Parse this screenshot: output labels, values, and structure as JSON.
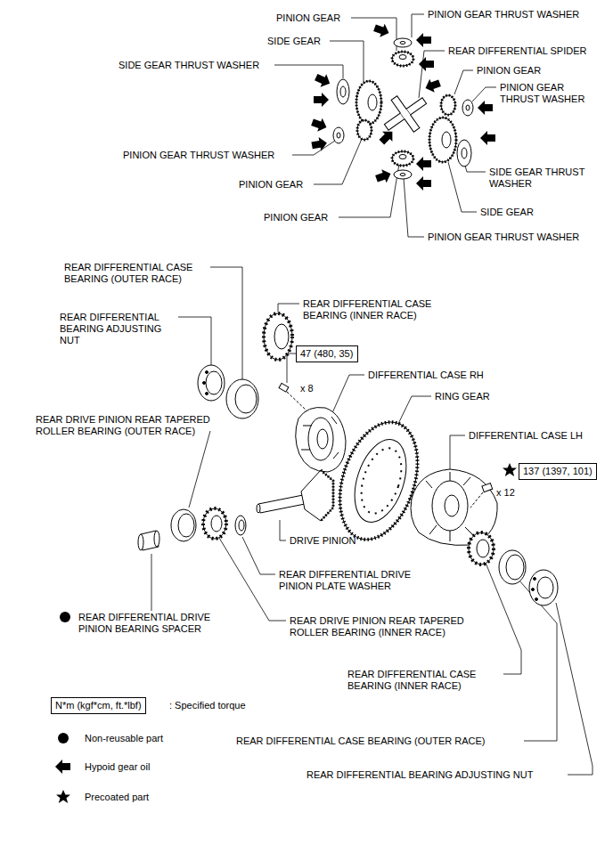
{
  "diagram": {
    "nodes": [
      {
        "text": [
          "47 (480, 35)"
        ]
      },
      {
        "text": [
          "137 (1397, 101)"
        ]
      },
      {
        "text": [
          "N*m (kgf*cm, ft.*lbf)"
        ]
      }
    ],
    "labels": [
      "PINION GEAR",
      "PINION GEAR THRUST WASHER",
      "SIDE GEAR",
      "REAR DIFFERENTIAL SPIDER",
      "SIDE GEAR THRUST WASHER",
      "PINION GEAR",
      "PINION GEAR THRUST WASHER",
      "PINION GEAR THRUST WASHER",
      "SIDE GEAR THRUST WASHER",
      "PINION GEAR",
      "SIDE GEAR",
      "PINION GEAR",
      "PINION GEAR THRUST WASHER",
      "REAR DIFFERENTIAL CASE BEARING (OUTER RACE)",
      "REAR DIFFERENTIAL CASE BEARING (INNER RACE)",
      "REAR DIFFERENTIAL BEARING ADJUSTING NUT",
      "x 8",
      "DIFFERENTIAL CASE RH",
      "RING GEAR",
      "REAR DRIVE PINION REAR TAPERED ROLLER BEARING (OUTER RACE)",
      "DIFFERENTIAL CASE LH",
      "x 12",
      "DRIVE PINION",
      "REAR DIFFERENTIAL DRIVE PINION PLATE WASHER",
      "REAR DIFFERENTIAL DRIVE PINION BEARING SPACER",
      "REAR DRIVE PINION REAR TAPERED ROLLER BEARING (INNER RACE)",
      "REAR DIFFERENTIAL CASE BEARING (INNER RACE)",
      "REAR DIFFERENTIAL CASE BEARING (OUTER RACE)",
      "REAR DIFFERENTIAL BEARING ADJUSTING NUT"
    ],
    "legend": [
      {
        "text": ": Specified torque"
      },
      {
        "text": "Non-reusable part"
      },
      {
        "text": "Hypoid gear oil"
      },
      {
        "text": "Precoated part"
      }
    ]
  }
}
